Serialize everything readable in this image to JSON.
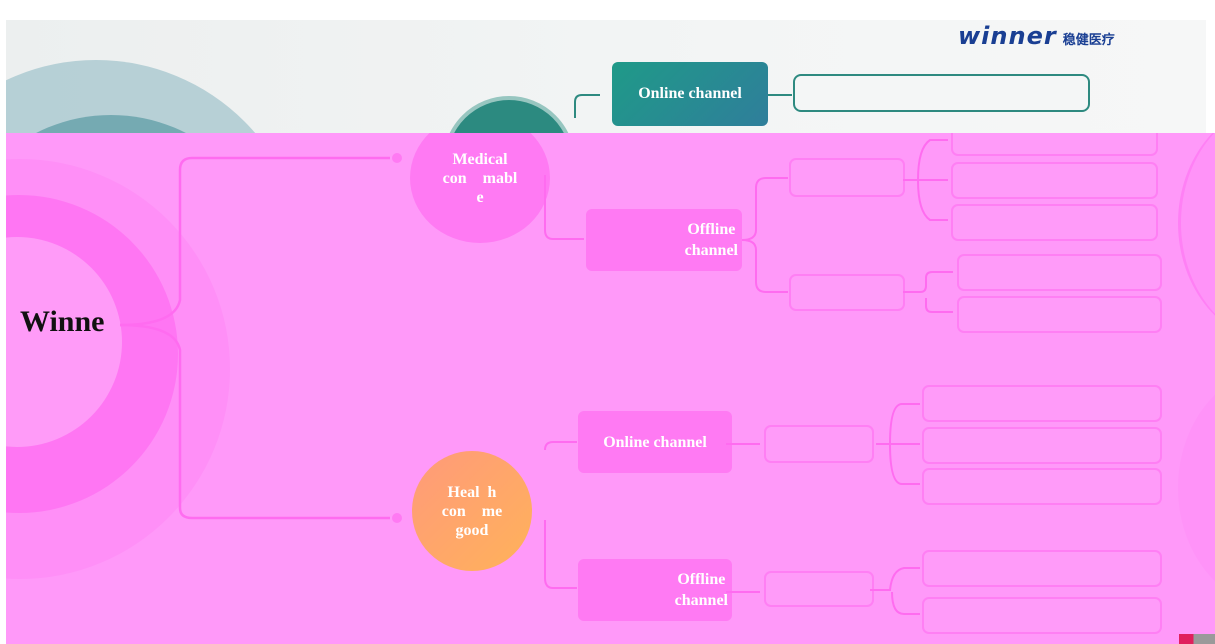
{
  "logo": {
    "word": "winner",
    "cn": "稳健医疗"
  },
  "root": {
    "label": "Winne"
  },
  "branches": {
    "medical": {
      "label": "Medical\ncon    mabl\ne"
    },
    "health": {
      "label": "Heal  h\ncon    me\ngood"
    }
  },
  "channels": {
    "online_top": "Online channel",
    "offline_top": "Offline\nchannel",
    "online_bottom": "Online channel",
    "offline_bottom": "Offline\nchannel"
  },
  "colors": {
    "pink_overlay": "#ff99f9",
    "node_pink": "#ff7af3",
    "teal": "#2e8a80",
    "health_bubble": "#ffa96a",
    "brand_blue": "#1a3f93"
  }
}
